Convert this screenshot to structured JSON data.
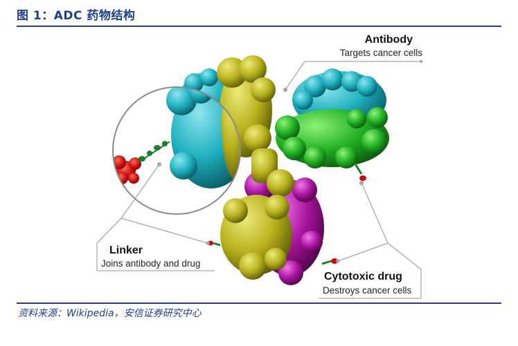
{
  "figure": {
    "title": "图 1：ADC 药物结构",
    "source": "资料来源：Wikipedia，安信证券研究中心"
  },
  "labels": {
    "antibody": {
      "title": "Antibody",
      "subtitle": "Targets cancer cells"
    },
    "linker": {
      "title": "Linker",
      "subtitle": "Joins antibody and drug"
    },
    "cytotoxic_drug": {
      "title": "Cytotoxic drug",
      "subtitle": "Destroys cancer cells"
    }
  },
  "colors": {
    "heavy_chain": "#b8b21e",
    "light_chain_cyan": "#1fb0bf",
    "light_chain_green": "#22b024",
    "magenta_chain": "#a8149e",
    "drug": "#c41010",
    "linker": "#1e7f2a",
    "accent": "#1f3f86"
  }
}
